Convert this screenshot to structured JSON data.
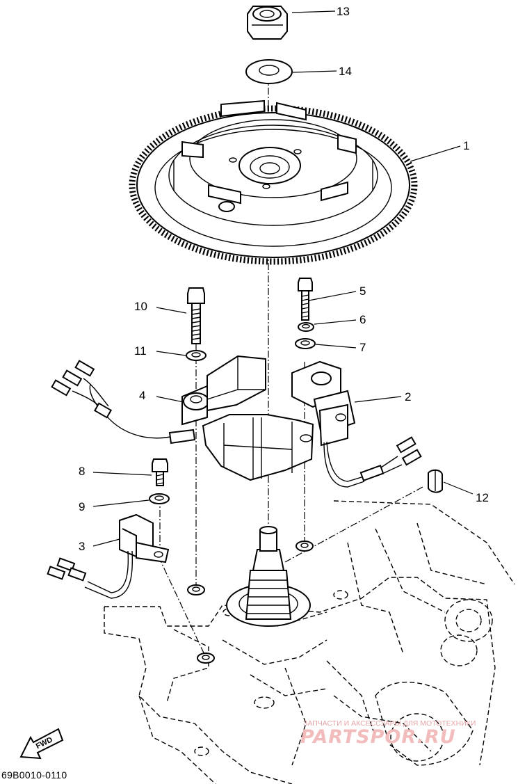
{
  "diagram": {
    "figure_code": "69B0010-0110",
    "direction_marker": "FWD",
    "callouts": [
      {
        "id": "c1",
        "number": "1"
      },
      {
        "id": "c2",
        "number": "2"
      },
      {
        "id": "c3",
        "number": "3"
      },
      {
        "id": "c4",
        "number": "4"
      },
      {
        "id": "c5",
        "number": "5"
      },
      {
        "id": "c6",
        "number": "6"
      },
      {
        "id": "c7",
        "number": "7"
      },
      {
        "id": "c8",
        "number": "8"
      },
      {
        "id": "c9",
        "number": "9"
      },
      {
        "id": "c10",
        "number": "10"
      },
      {
        "id": "c11",
        "number": "11"
      },
      {
        "id": "c12",
        "number": "12"
      },
      {
        "id": "c13",
        "number": "13"
      },
      {
        "id": "c14",
        "number": "14"
      }
    ]
  },
  "watermark": {
    "subtitle": "ЗАПЧАСТИ И АКСЕССУАРЫ ДЛЯ МОТОТЕХНИКИ",
    "brand": "PARTSPOR.RU",
    "color": "#f2bcbc"
  }
}
